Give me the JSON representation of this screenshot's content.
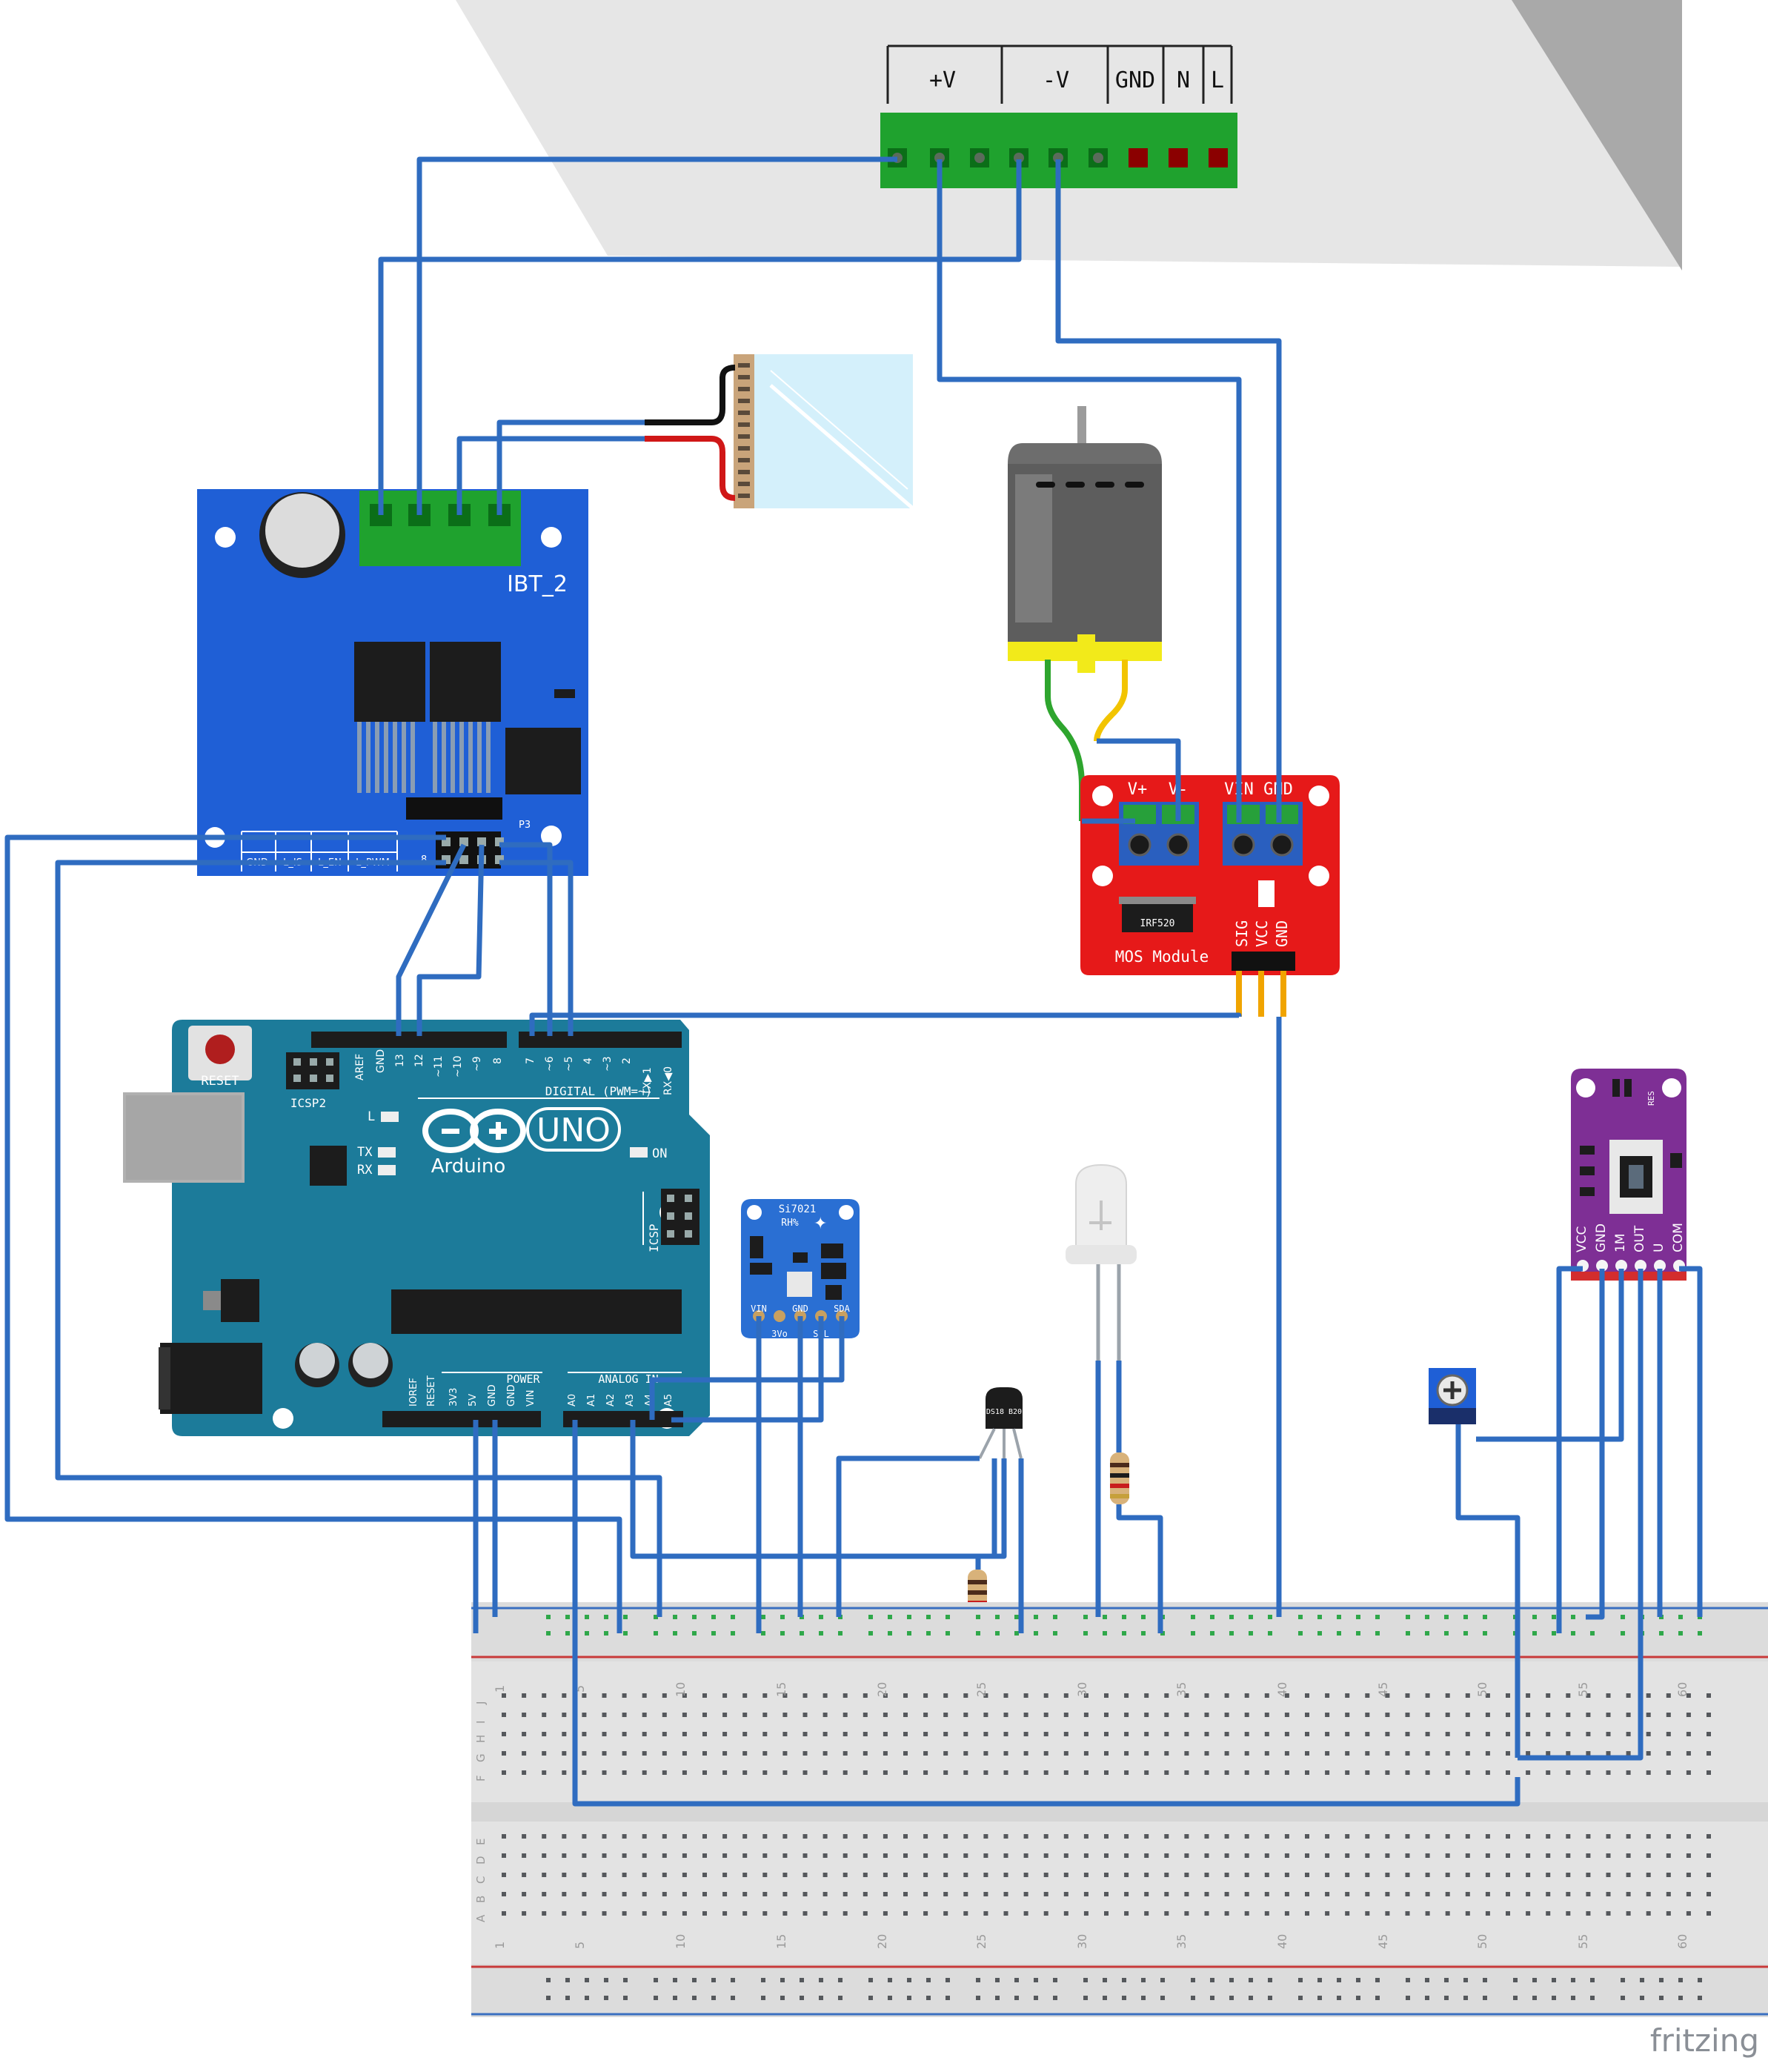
{
  "power_supply": {
    "labels": [
      "+V",
      "-V",
      "GND",
      "N",
      "L"
    ]
  },
  "motor_driver": {
    "name": "IBT_2",
    "header_label": "P3",
    "pin_labels": [
      "GND",
      "L_IS",
      "L_EN",
      "L_PWM"
    ],
    "pin_number": "8"
  },
  "mos_module": {
    "name": "MOS Module",
    "chip": "IRF520",
    "top_labels": [
      "V+",
      "V-",
      "VIN",
      "GND"
    ],
    "side_labels": [
      "SIG",
      "VCC",
      "GND"
    ]
  },
  "arduino": {
    "logo_text": "Arduino",
    "model": "UNO",
    "reset_label": "RESET",
    "icsp2_label": "ICSP2",
    "icsp_label": "ICSP",
    "digital_label": "DIGITAL (PWM=~)",
    "power_label": "POWER",
    "analog_label": "ANALOG IN",
    "on_label": "ON",
    "l_label": "L",
    "tx_label": "TX",
    "rx_label": "RX",
    "digital_pins": [
      "AREF",
      "GND",
      "13",
      "12",
      "~11",
      "~10",
      "~9",
      "8",
      "7",
      "~6",
      "~5",
      "4",
      "~3",
      "2",
      "TX▶1",
      "RX◀0"
    ],
    "power_pins": [
      "IOREF",
      "RESET",
      "3V3",
      "5V",
      "GND",
      "GND",
      "VIN"
    ],
    "analog_pins": [
      "A0",
      "A1",
      "A2",
      "A3",
      "A4",
      "A5"
    ]
  },
  "si7021": {
    "title": "Si7021",
    "subtitle": "RH%",
    "pins": [
      "VIN",
      "GND",
      "SCL",
      "SDA"
    ],
    "sub_pins": [
      "3Vo"
    ]
  },
  "ds18b20": {
    "label": "DS18 B20"
  },
  "uv_sensor": {
    "pins": [
      "VCC",
      "GND",
      "1M",
      "OUT",
      "U",
      "COM"
    ],
    "top_label": "RES"
  },
  "breadboard": {
    "column_numbers": [
      "1",
      "5",
      "10",
      "15",
      "20",
      "25",
      "30",
      "35",
      "40",
      "45",
      "50",
      "55",
      "60"
    ],
    "row_letters_top": [
      "J",
      "I",
      "H",
      "G",
      "F"
    ],
    "row_letters_bottom": [
      "E",
      "D",
      "C",
      "B",
      "A"
    ]
  },
  "watermark": "fritzing",
  "colors": {
    "wire": "#2f6cc0",
    "power_terminal": "#1fa22e",
    "driver_board": "#1f5fd6",
    "mos_board": "#e61919",
    "arduino": "#1c7b9a",
    "si7021": "#2a6fd3",
    "uv_board": "#7e2f95",
    "breadboard": "#e3e3e3"
  }
}
